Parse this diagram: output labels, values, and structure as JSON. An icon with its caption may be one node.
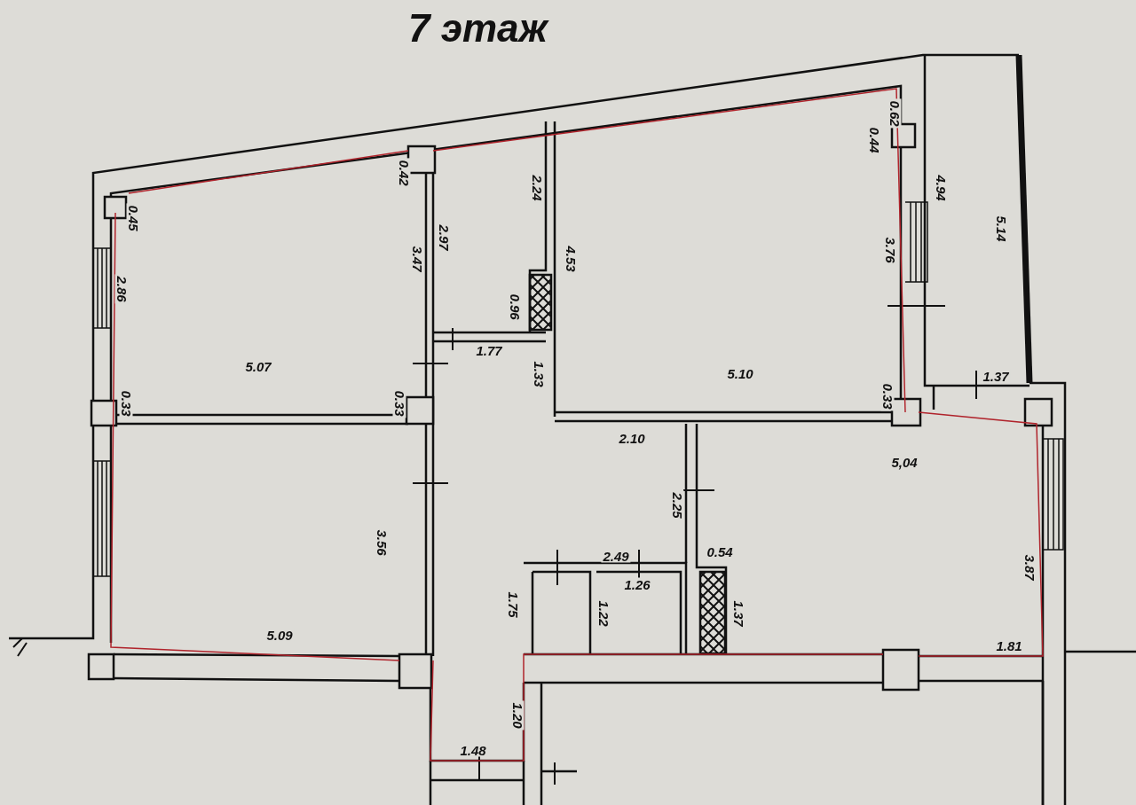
{
  "diagram": {
    "title": "7 этаж",
    "labels": [
      "0.62",
      "0.44",
      "0.42",
      "2.24",
      "4.94",
      "0.45",
      "3.47",
      "2.97",
      "4.53",
      "3.76",
      "5.14",
      "2.86",
      "0.96",
      "1.77",
      "5.07",
      "1.33",
      "5.10",
      "1.37",
      "0.33",
      "0.33",
      "0.33",
      "2.10",
      "5,04",
      "2.25",
      "3.56",
      "2.49",
      "0.54",
      "3.87",
      "1.26",
      "1.75",
      "1.22",
      "1.37",
      "5.09",
      "1.81",
      "1.20",
      "1.48"
    ]
  }
}
